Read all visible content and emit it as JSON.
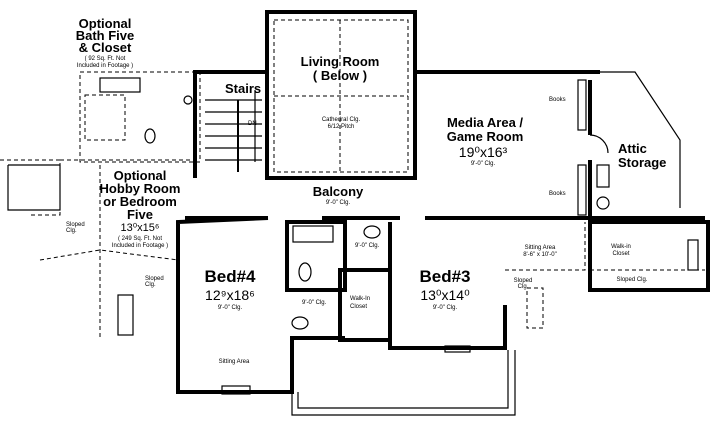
{
  "optional_bath": {
    "title_1": "Optional",
    "title_2": "Bath Five",
    "title_3": "& Closet",
    "note_1": "( 92 Sq. Ft. Not",
    "note_2": "Included in Footage )"
  },
  "stairs": {
    "label": "Stairs",
    "direction": "DN"
  },
  "living_room": {
    "title_1": "Living Room",
    "title_2": "( Below )",
    "ceiling_1": "Cathedral Clg.",
    "ceiling_2": "6/12 Pitch"
  },
  "media_area": {
    "title_1": "Media Area /",
    "title_2": "Game Room",
    "size": "19⁰x16³",
    "ceiling": "9'-0\" Clg.",
    "books_top": "Books",
    "books_bottom": "Books"
  },
  "attic": {
    "title_1": "Attic",
    "title_2": "Storage"
  },
  "hobby_room": {
    "title_1": "Optional",
    "title_2": "Hobby Room",
    "title_3": "or Bedroom",
    "title_4": "Five",
    "size": "13⁰x15⁶",
    "note_1": "( 249 Sq. Ft. Not",
    "note_2": "Included in Footage )"
  },
  "sloped_left_1": {
    "line_1": "Sloped",
    "line_2": "Clg."
  },
  "sloped_left_2": {
    "line_1": "Sloped",
    "line_2": "Clg."
  },
  "balcony": {
    "title": "Balcony",
    "ceiling": "9'-0\" Clg."
  },
  "bed4": {
    "title": "Bed#4",
    "size": "12⁹x18⁶",
    "ceiling": "9'-0\" Clg.",
    "sitting": "Sitting Area"
  },
  "bath": {
    "ceiling_top": "9'-0\" Clg.",
    "ceiling_mid": "9'-0\" Clg."
  },
  "walkin_center": {
    "line_1": "Walk-In",
    "line_2": "Closet"
  },
  "bed3": {
    "title": "Bed#3",
    "size": "13⁰x14⁰",
    "ceiling": "9'-0\" Clg.",
    "sitting_1": "Sitting Area",
    "sitting_2": "8'-6\" x 10'-0\"",
    "sloped_1": "Sloped",
    "sloped_2": "Clg."
  },
  "walkin_right": {
    "line_1": "Walk-in",
    "line_2": "Closet",
    "sloped": "Sloped Clg."
  }
}
